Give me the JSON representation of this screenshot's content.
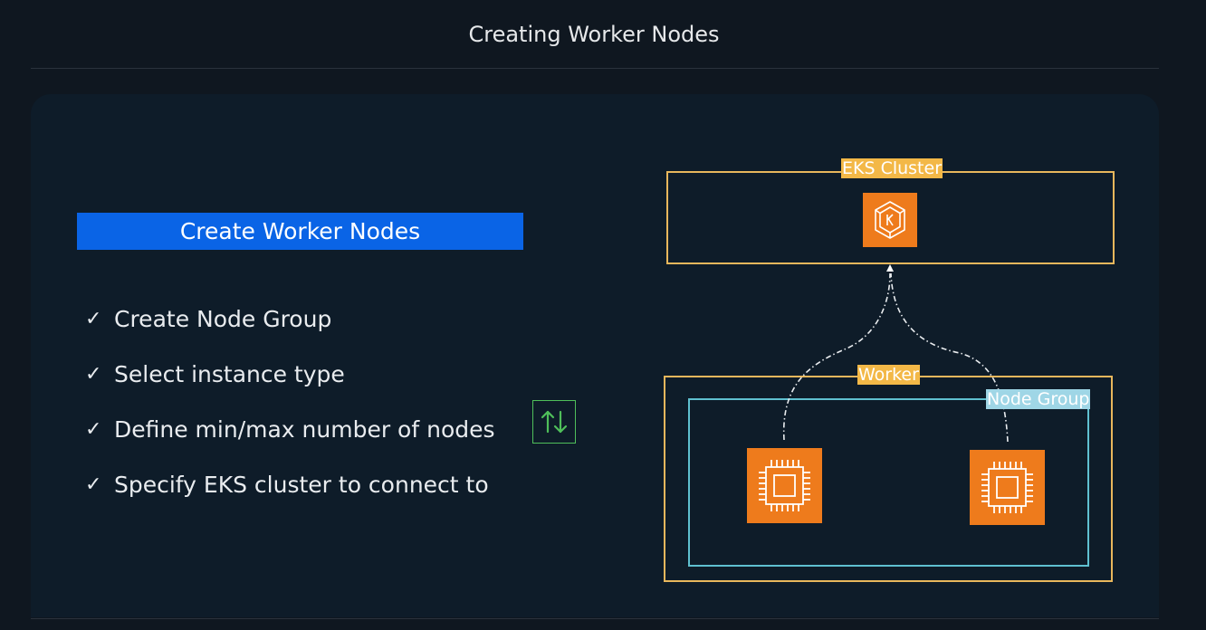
{
  "header": {
    "title": "Creating Worker Nodes"
  },
  "banner": {
    "label": "Create Worker Nodes"
  },
  "checklist": {
    "check_glyph": "✓",
    "items": [
      {
        "label": "Create Node Group"
      },
      {
        "label": "Select instance type"
      },
      {
        "label": "Define min/max number of nodes"
      },
      {
        "label": "Specify EKS cluster to connect to"
      }
    ]
  },
  "diagram": {
    "cluster_label": "EKS Cluster",
    "worker_label": "Worker",
    "nodegroup_label": "Node Group",
    "icons": {
      "cluster": "eks-kubernetes-icon",
      "node": "ec2-chip-icon",
      "scaling": "autoscaling-arrows-icon"
    },
    "colors": {
      "cluster_border": "#e8b75c",
      "nodegroup_border": "#5fc0d0",
      "aws_orange": "#ee7b1c",
      "banner_blue": "#0a64e6",
      "scaling_green": "#4fbf5a"
    }
  }
}
